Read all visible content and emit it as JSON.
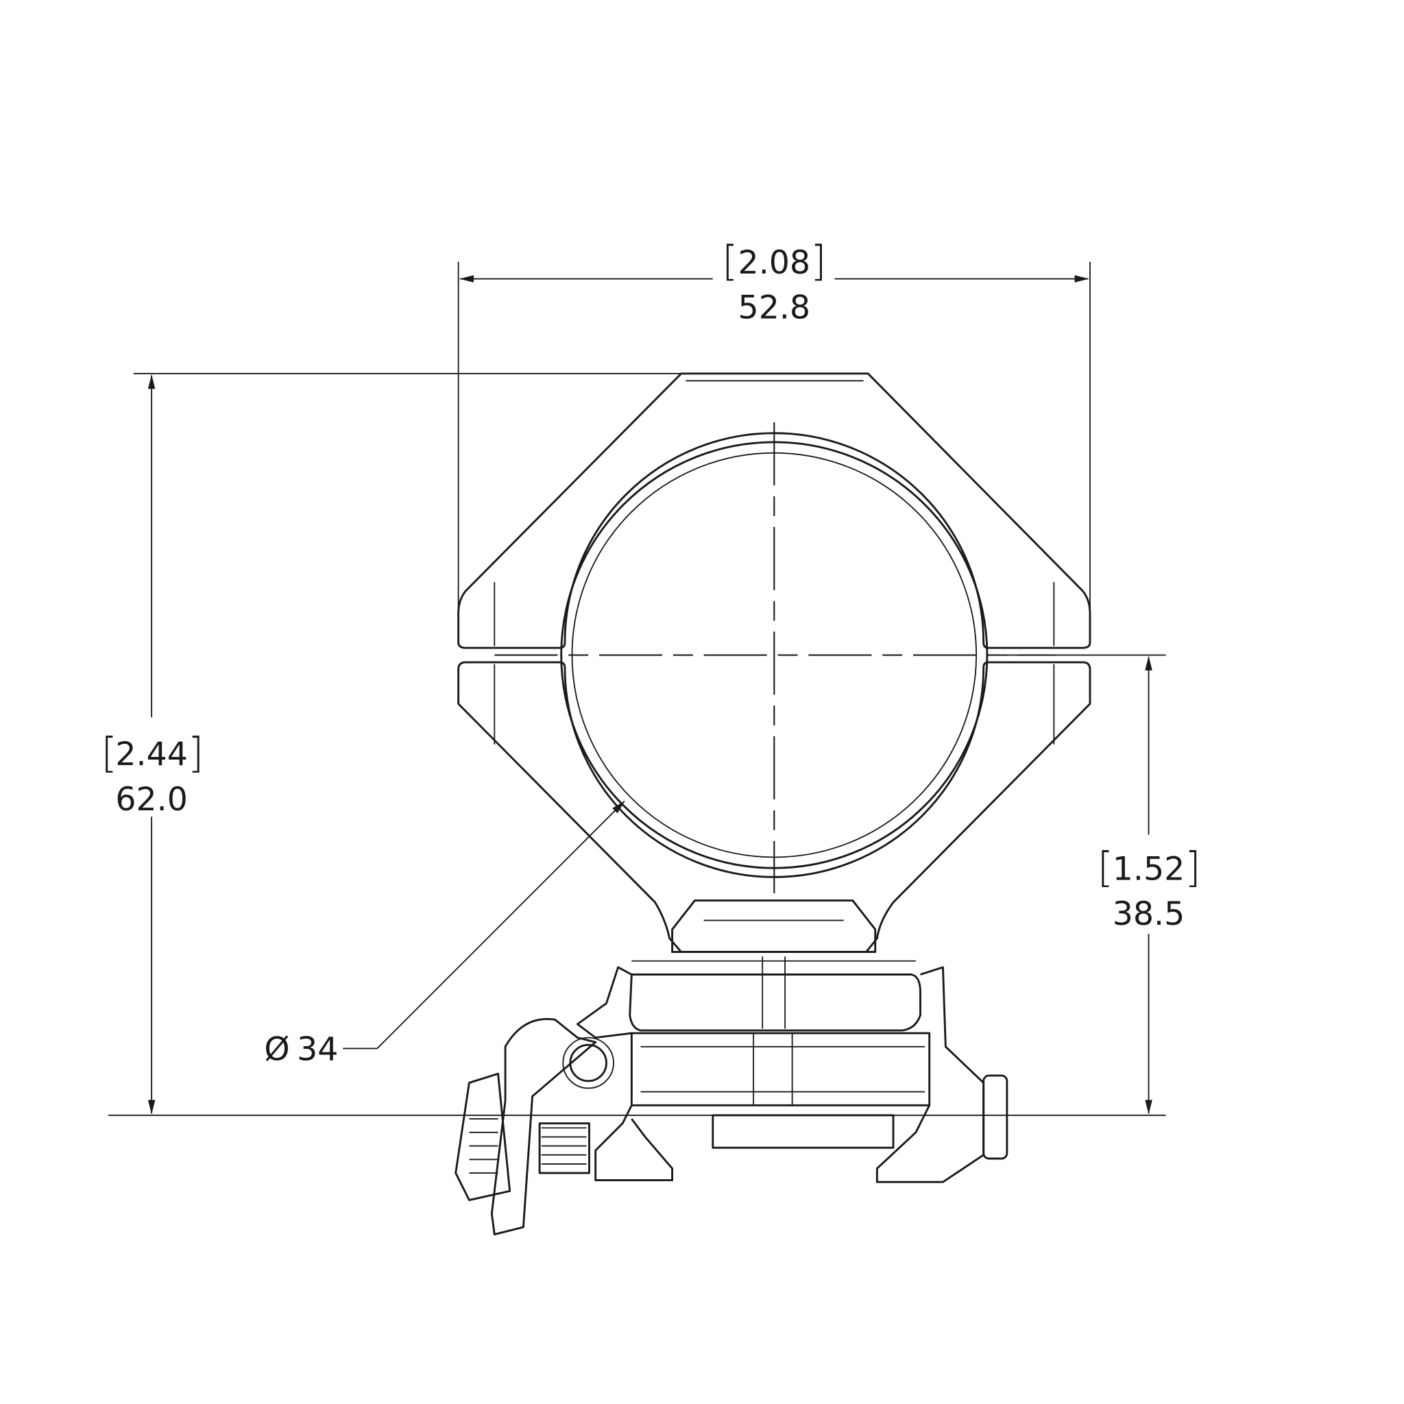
{
  "drawing": {
    "title": "Scope ring mount – front view",
    "dimensions": {
      "width": {
        "inch": "2.08",
        "mm": "52.8"
      },
      "total_height": {
        "inch": "2.44",
        "mm": "62.0"
      },
      "center_height": {
        "inch": "1.52",
        "mm": "38.5"
      },
      "ring_diameter": {
        "symbol": "Ø",
        "value": "34"
      }
    },
    "stroke_color": "#1a1a1a"
  }
}
